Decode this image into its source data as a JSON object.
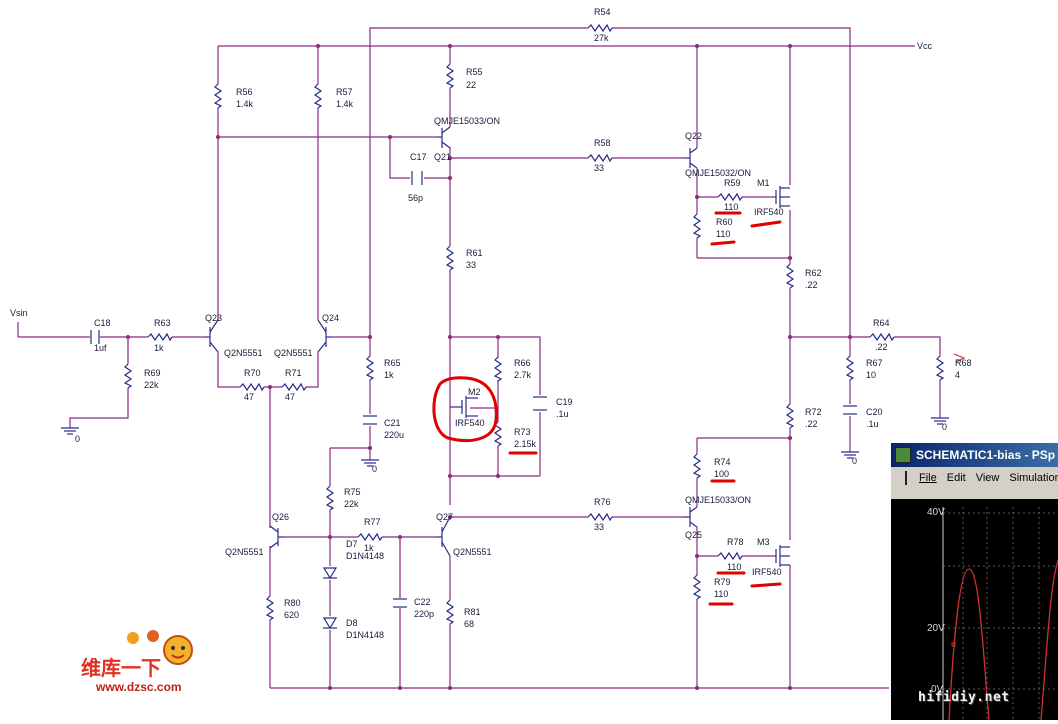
{
  "schematic": {
    "components": {
      "R54": {
        "ref": "R54",
        "value": "27k"
      },
      "R55": {
        "ref": "R55",
        "value": "22"
      },
      "R56": {
        "ref": "R56",
        "value": "1.4k"
      },
      "R57": {
        "ref": "R57",
        "value": "1.4k"
      },
      "R58": {
        "ref": "R58",
        "value": "33"
      },
      "R59": {
        "ref": "R59",
        "value": "110"
      },
      "R60": {
        "ref": "R60",
        "value": "110"
      },
      "R61": {
        "ref": "R61",
        "value": "33"
      },
      "R62": {
        "ref": "R62",
        "value": ".22"
      },
      "R63": {
        "ref": "R63",
        "value": "1k"
      },
      "R64": {
        "ref": "R64",
        "value": ".22"
      },
      "R65": {
        "ref": "R65",
        "value": "1k"
      },
      "R66": {
        "ref": "R66",
        "value": "2.7k"
      },
      "R67": {
        "ref": "R67",
        "value": "10"
      },
      "R68": {
        "ref": "R68",
        "value": "4"
      },
      "R69": {
        "ref": "R69",
        "value": "22k"
      },
      "R70": {
        "ref": "R70",
        "value": "47"
      },
      "R71": {
        "ref": "R71",
        "value": "47"
      },
      "R72": {
        "ref": "R72",
        "value": ".22"
      },
      "R73": {
        "ref": "R73",
        "value": "2.15k"
      },
      "R74": {
        "ref": "R74",
        "value": "100"
      },
      "R75": {
        "ref": "R75",
        "value": "22k"
      },
      "R76": {
        "ref": "R76",
        "value": "33"
      },
      "R77": {
        "ref": "R77",
        "value": "1k"
      },
      "R78": {
        "ref": "R78",
        "value": "110"
      },
      "R79": {
        "ref": "R79",
        "value": "110"
      },
      "R80": {
        "ref": "R80",
        "value": "620"
      },
      "R81": {
        "ref": "R81",
        "value": "68"
      },
      "C17": {
        "ref": "C17",
        "value": "56p"
      },
      "C18": {
        "ref": "C18",
        "value": "1uf"
      },
      "C19": {
        "ref": "C19",
        "value": ".1u"
      },
      "C20": {
        "ref": "C20",
        "value": ".1u"
      },
      "C21": {
        "ref": "C21",
        "value": "220u"
      },
      "C22": {
        "ref": "C22",
        "value": "220p"
      },
      "Q21": {
        "ref": "Q21",
        "value": "QMJE15033/ON"
      },
      "Q22": {
        "ref": "Q22",
        "value": "QMJE15032/ON"
      },
      "Q23": {
        "ref": "Q23",
        "value": "Q2N5551"
      },
      "Q24": {
        "ref": "Q24",
        "value": "Q2N5551"
      },
      "Q25": {
        "ref": "Q25",
        "value": "QMJE15033/ON"
      },
      "Q26": {
        "ref": "Q26",
        "value": "Q2N5551"
      },
      "Q27": {
        "ref": "Q27",
        "value": "Q2N5551"
      },
      "M1": {
        "ref": "M1",
        "value": "IRF540"
      },
      "M2": {
        "ref": "M2",
        "value": "IRF540"
      },
      "M3": {
        "ref": "M3",
        "value": "IRF540"
      },
      "D7": {
        "ref": "D7",
        "value": "D1N4148"
      },
      "D8": {
        "ref": "D8",
        "value": "D1N4148"
      }
    },
    "nets": {
      "vcc": "Vcc",
      "vsin": "Vsin",
      "gnd": "0"
    }
  },
  "pspice_window": {
    "title": "SCHEMATIC1-bias - PSp",
    "menu": [
      "File",
      "Edit",
      "View",
      "Simulation"
    ],
    "y_ticks": [
      "40V",
      "20V",
      "0V"
    ]
  },
  "watermark": "hifidiy.net",
  "logo": {
    "text_cn": "维库一下",
    "url": "www.dzsc.com"
  },
  "colors": {
    "wire": "#8a2a80",
    "component": "#2a2a8a",
    "highlight": "#e00000",
    "plot_trace": "#d03030",
    "plot_grid": "#606060"
  }
}
